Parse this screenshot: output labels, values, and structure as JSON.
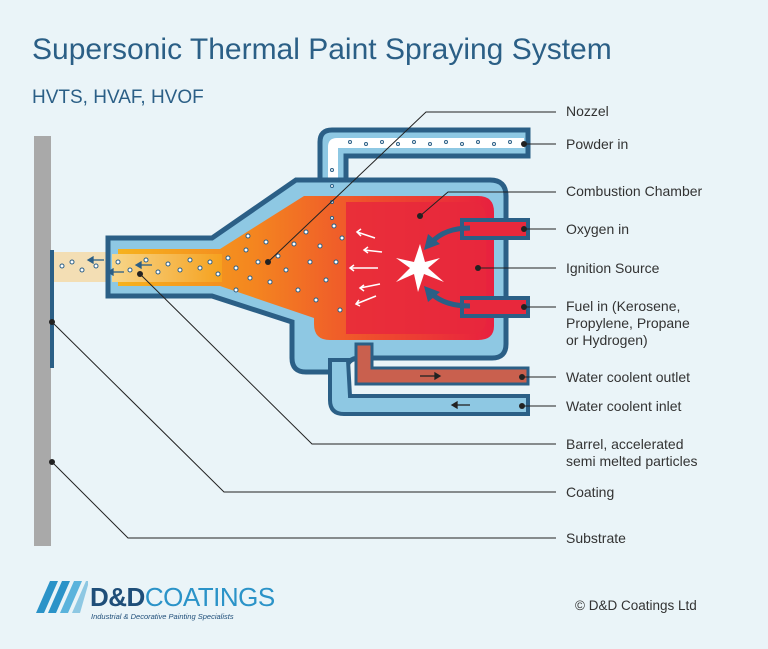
{
  "title": "Supersonic Thermal Paint Spraying System",
  "subtitle": "HVTS, HVAF, HVOF",
  "labels": {
    "nozzle": "Nozzel",
    "powder_in": "Powder in",
    "combustion_chamber": "Combustion Chamber",
    "oxygen_in": "Oxygen in",
    "ignition_source": "Ignition Source",
    "fuel_in": [
      "Fuel in (Kerosene,",
      "Propylene, Propane",
      "or Hydrogen)"
    ],
    "water_outlet": "Water coolent outlet",
    "water_inlet": "Water coolent inlet",
    "barrel": [
      "Barrel, accelerated",
      "semi melted particles"
    ],
    "coating": "Coating",
    "substrate": "Substrate"
  },
  "logo": {
    "brand_bold": "D&D",
    "brand_light": "COATINGS",
    "tagline": "Industrial & Decorative Painting Specialists"
  },
  "copyright": "© D&D Coatings Ltd",
  "colors": {
    "title": "#2b5f86",
    "outer_shell": "#2b5f86",
    "coolant_channel": "#8ec8e3",
    "hot_red": "#e8283c",
    "hot_orange": "#f6a11e",
    "outlet_pipe": "#c9604e",
    "substrate": "#a9a9a9",
    "spray_stream": "#f3deb4"
  }
}
